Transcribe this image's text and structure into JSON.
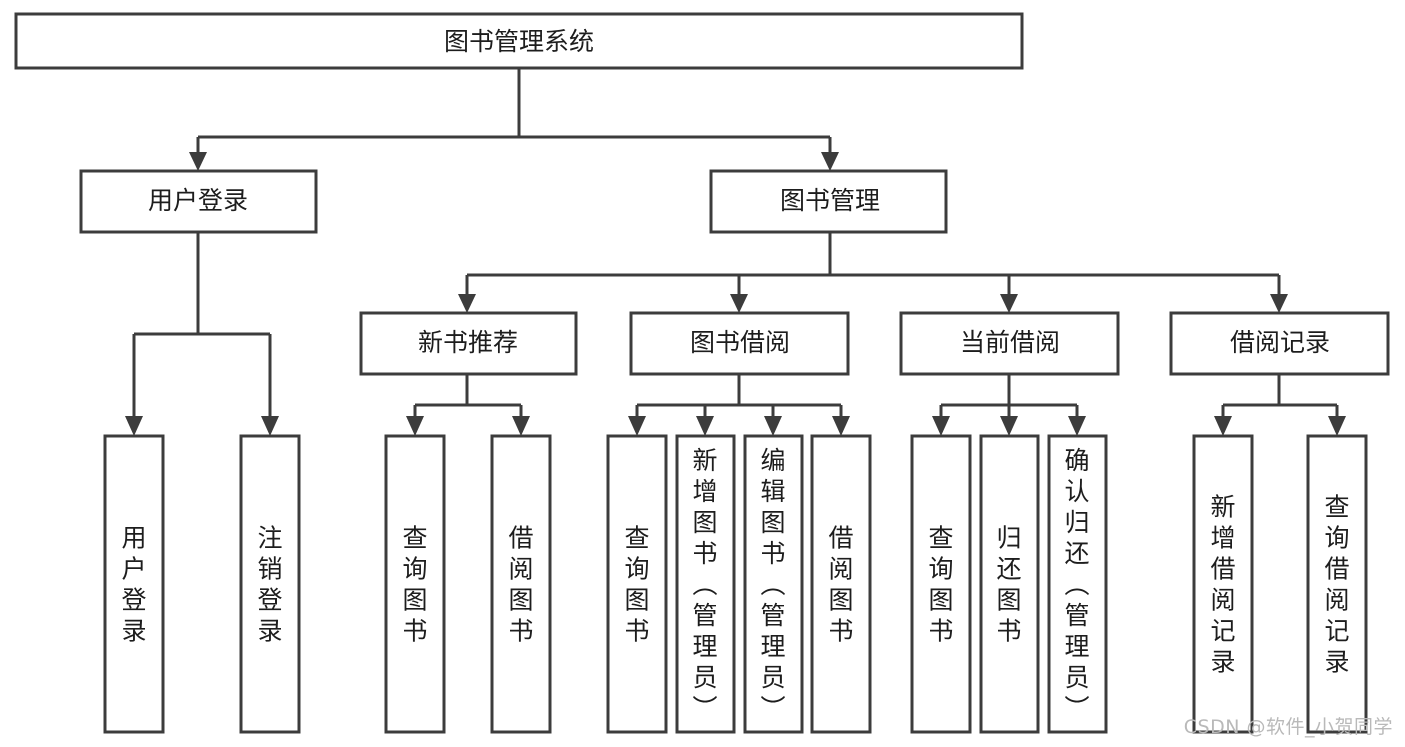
{
  "diagram": {
    "type": "tree-hierarchy",
    "orientation": "top-down",
    "title": "图书管理系统",
    "root": {
      "id": "root",
      "label": "图书管理系统"
    },
    "level2": [
      {
        "id": "user-login",
        "label": "用户登录"
      },
      {
        "id": "book-manage",
        "label": "图书管理"
      }
    ],
    "level3": [
      {
        "id": "new-book-recommend",
        "label": "新书推荐",
        "parent": "book-manage"
      },
      {
        "id": "book-borrow",
        "label": "图书借阅",
        "parent": "book-manage"
      },
      {
        "id": "current-borrow",
        "label": "当前借阅",
        "parent": "book-manage"
      },
      {
        "id": "borrow-record",
        "label": "借阅记录",
        "parent": "book-manage"
      }
    ],
    "leaves": {
      "user-login": [
        {
          "id": "leaf-user-login",
          "label": "用户登录"
        },
        {
          "id": "leaf-logout-login",
          "label": "注销登录"
        }
      ],
      "new-book-recommend": [
        {
          "id": "leaf-query-book-1",
          "label": "查询图书"
        },
        {
          "id": "leaf-borrow-book-1",
          "label": "借阅图书"
        }
      ],
      "book-borrow": [
        {
          "id": "leaf-query-book-2",
          "label": "查询图书"
        },
        {
          "id": "leaf-add-book",
          "label": "新增图书（管理员）"
        },
        {
          "id": "leaf-edit-book",
          "label": "编辑图书（管理员）"
        },
        {
          "id": "leaf-borrow-book-2",
          "label": "借阅图书"
        }
      ],
      "current-borrow": [
        {
          "id": "leaf-query-book-3",
          "label": "查询图书"
        },
        {
          "id": "leaf-return-book",
          "label": "归还图书"
        },
        {
          "id": "leaf-confirm-return",
          "label": "确认归还（管理员）"
        }
      ],
      "borrow-record": [
        {
          "id": "leaf-add-record",
          "label": "新增借阅记录"
        },
        {
          "id": "leaf-query-record",
          "label": "查询借阅记录"
        }
      ]
    },
    "colors": {
      "background": "#ffffff",
      "node_fill": "#ffffff",
      "node_stroke": "#3c3c3c",
      "connector": "#3c3c3c",
      "label_text": "#1d1d1d",
      "watermark": "#b9b9b9"
    }
  },
  "watermark": {
    "text": "CSDN @软件_小贺同学"
  }
}
